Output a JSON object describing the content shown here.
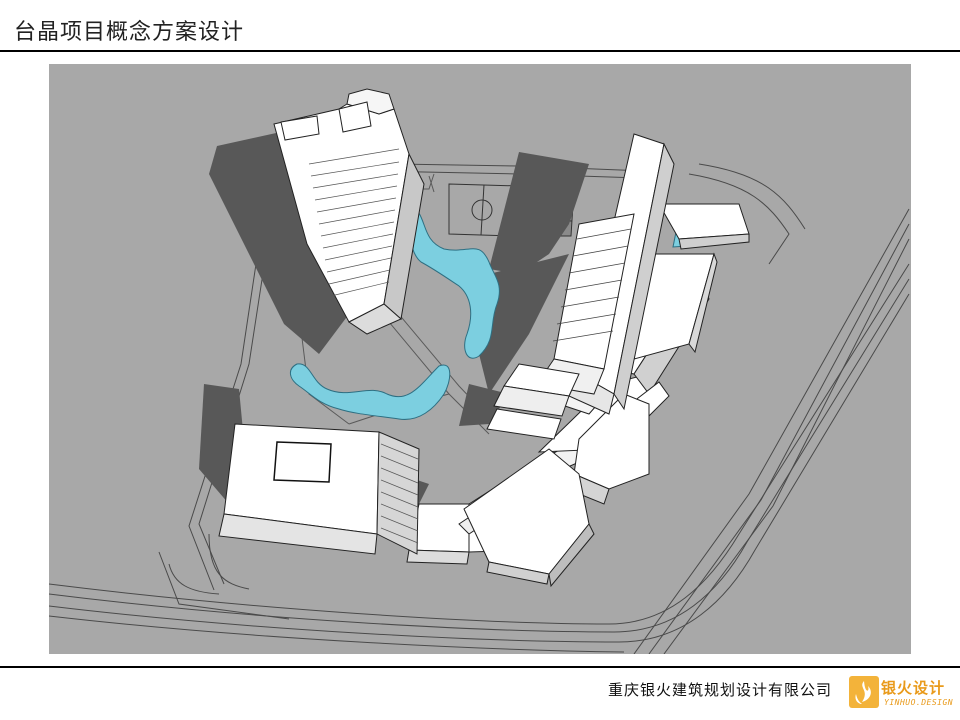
{
  "header": {
    "title": "台晶项目概念方案设计"
  },
  "footer": {
    "company": "重庆银火建筑规划设计有限公司",
    "logo_text": "银火设计",
    "logo_subtext": "YINHUO.DESIGN"
  },
  "colors": {
    "render_background": "#a8a8a8",
    "building": "#ffffff",
    "shadow": "#585858",
    "water": "#7ccfe0",
    "logo_accent": "#e99a1a"
  }
}
